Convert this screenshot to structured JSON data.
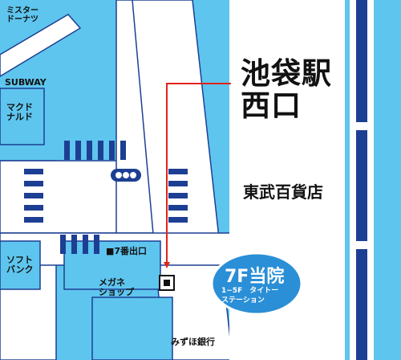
{
  "labels": {
    "mister_donut": "ミスター\nドーナツ",
    "subway": "SUBWAY",
    "mcdonalds": "マクド\nナルド",
    "soft_bank": "ソフト\nバンク",
    "station": "池袋駅\n西口",
    "tobu": "東武百貨店",
    "exit7": "■7番出口",
    "megane": "メガネ\nショップ",
    "mizuho": "みずほ銀行"
  },
  "callout": {
    "main": "7F当院",
    "sub": "1~5F　タイトー\nステーション"
  },
  "colors": {
    "road": "#ffffff",
    "block": "#5ec5ee",
    "navy": "#1d3f93",
    "arrow": "#e22319",
    "callout_fill": "#2a8fd6",
    "callout_border": "#ffffff"
  }
}
